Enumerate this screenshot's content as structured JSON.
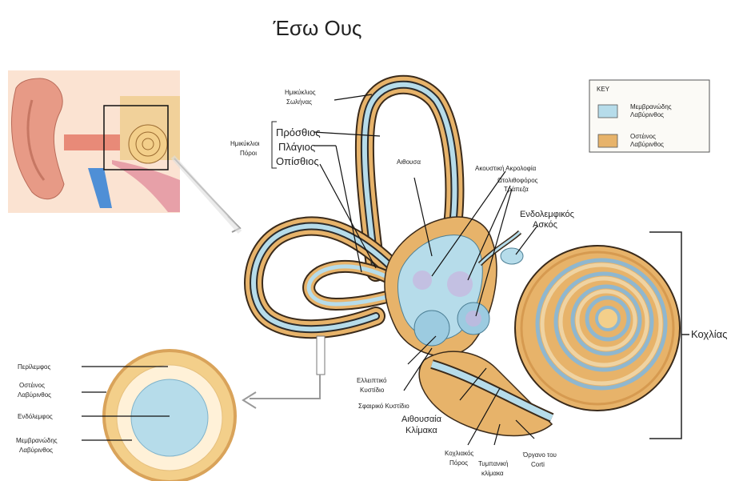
{
  "title": "Έσω Ους",
  "key": {
    "heading": "KEY",
    "items": [
      {
        "line1": "Μεμβρανώδης",
        "line2": "Λαβύρινθος",
        "color": "#b6dcea"
      },
      {
        "line1": "Οστέινος",
        "line2": "Λαβύρινθος",
        "color": "#e7b36a"
      }
    ]
  },
  "labels": {
    "ampulla_l1": "Ημικύκλιος",
    "ampulla_l2": "Σωλήνας",
    "canals_l1": "Ημικύκλιοι",
    "canals_l2": "Πόροι",
    "anterior": "Πρόσθιος",
    "lateral": "Πλάγιος",
    "posterior": "Οπίσθιος",
    "ampulla": "Αιθουσα",
    "acoustic_crest": "Ακουστική Ακρολοφία",
    "otolith_l1": "Ωτολιθοφόρος",
    "otolith_l2": "Τράπεζα",
    "endolymph_sac_l1": "Ενδολεμφικός",
    "endolymph_sac_l2": "Ασκός",
    "cochlea": "Κοχλίας",
    "utricle_l1": "Ελλειπτικό",
    "utricle_l2": "Κυστίδιο",
    "saccule": "Σφαιρικό Κυστίδιο",
    "scala_vestibuli_l1": "Αιθουσαία",
    "scala_vestibuli_l2": "Κλίμακα",
    "cochlear_duct_l1": "Κοχλιακός",
    "cochlear_duct_l2": "Πόρος",
    "scala_tympani_l1": "Τυμπανική",
    "scala_tympani_l2": "κλίμακα",
    "organ_corti_l1": "Όργανο του",
    "organ_corti_l2": "Corti"
  },
  "cross_section": {
    "perilymph": "Περίλεμφος",
    "bony_l1": "Οστέινος",
    "bony_l2": "Λαβύρινθος",
    "endolymph": "Ενδόλεμφος",
    "membranous_l1": "Μεμβρανώδης",
    "membranous_l2": "Λαβύρινθος"
  },
  "colors": {
    "bone": "#e7b36a",
    "membrane": "#b6dcea",
    "outline": "#3a2a1a",
    "skin": "#e9a98f"
  }
}
